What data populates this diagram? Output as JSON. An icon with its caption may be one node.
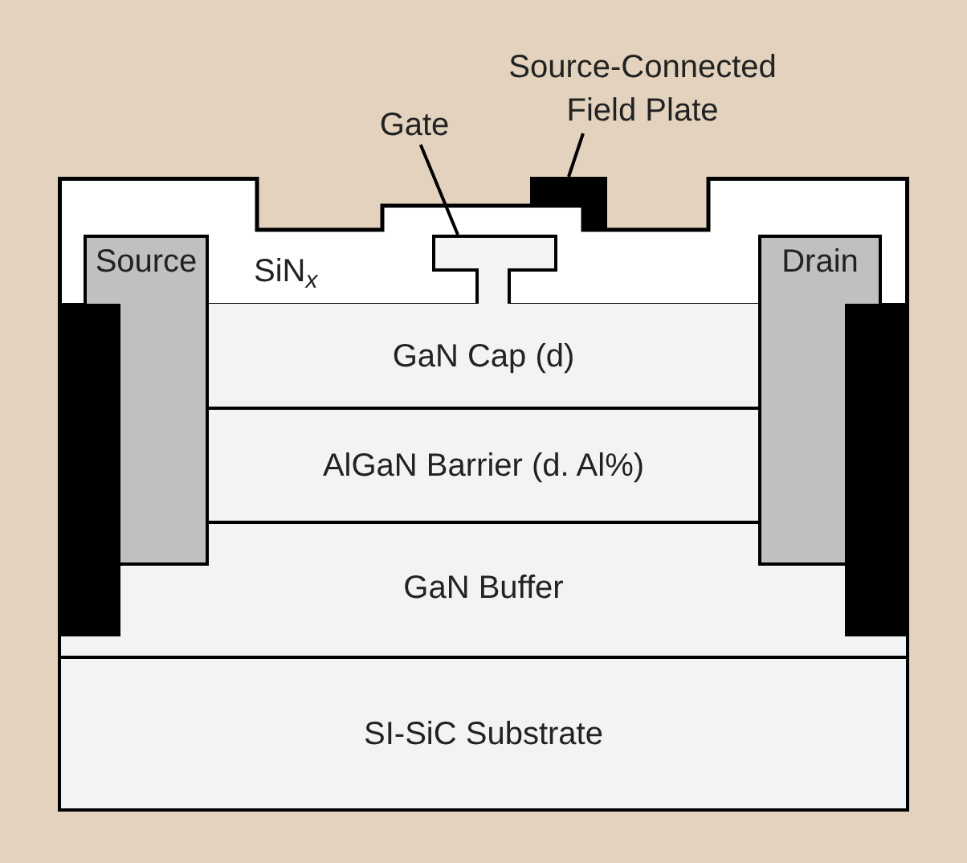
{
  "diagram": {
    "nodes": [
      {
        "text": [
          "Source-Connected Field Plate"
        ]
      },
      {
        "text": [
          "Gate"
        ]
      },
      {
        "text": [
          "SiN$_{x}$"
        ]
      },
      {
        "text": [],
        "shape": "box"
      },
      {
        "text": [],
        "shape": "box",
        "in": 2
      },
      {
        "text": [
          "Source"
        ]
      },
      {
        "text": [
          "Drain"
        ]
      },
      {
        "text": [
          "GaN Cap (d)"
        ]
      },
      {
        "text": [
          "AlGaN Barrier (d. Al%)"
        ]
      },
      {
        "text": [
          "GaN Buffer"
        ]
      },
      {
        "text": [
          "SI-SiC Substrate"
        ]
      },
      {
        "text": [],
        "shape": "bar"
      },
      {
        "text": [],
        "shape": "bar"
      }
    ],
    "edges": [
      {
        "from": 1,
        "to": 4,
        "arrow": "none"
      },
      {
        "from": 0,
        "to": 3,
        "arrow": "none"
      }
    ]
  }
}
